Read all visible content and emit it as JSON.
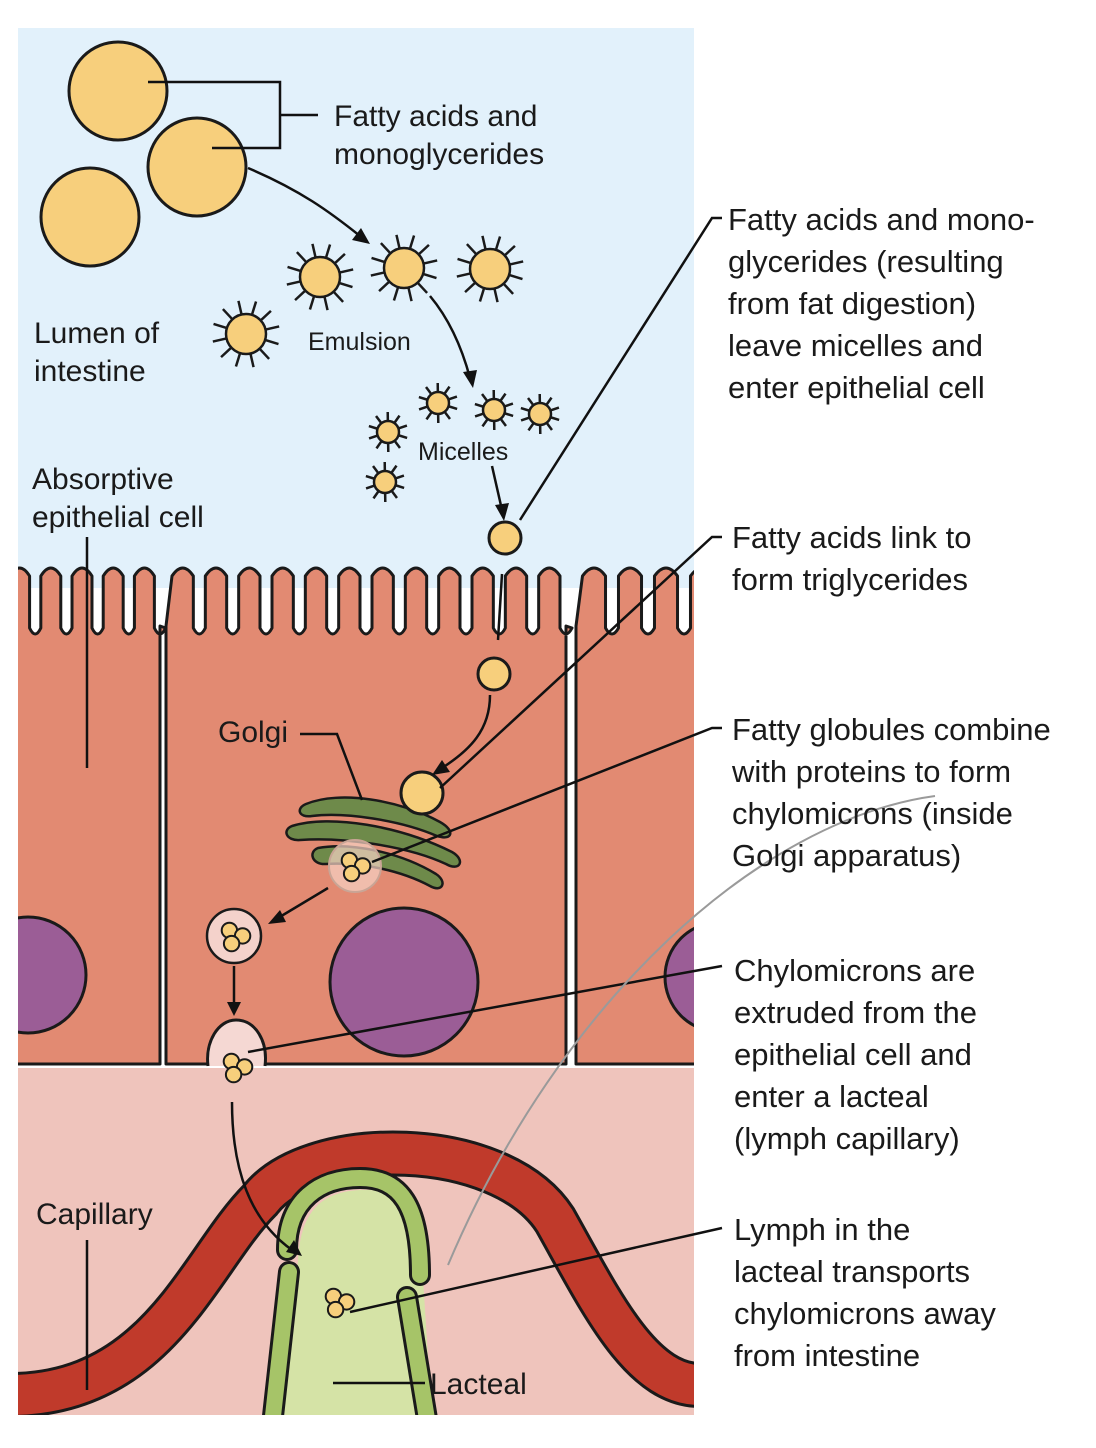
{
  "regions": {
    "lumen": "Lumen of|intestine",
    "epithelial": "Absorptive|epithelial cell",
    "golgi": "Golgi",
    "capillary": "Capillary",
    "lacteal": "Lacteal"
  },
  "labels": {
    "fatty_acids": "Fatty acids and|monoglycerides",
    "emulsion": "Emulsion",
    "micelles": "Micelles"
  },
  "steps": [
    "Fatty acids and mono-|glycerides (resulting|from fat digestion)|leave micelles and|enter epithelial cell",
    "Fatty acids link to|form triglycerides",
    "Fatty globules combine|with proteins to form|chylomicrons (inside|Golgi apparatus)",
    "Chylomicrons are|extruded from the|epithelial cell and|enter a lacteal|(lymph capillary)",
    "Lymph in the|lacteal transports|chylomicrons away|from intestine"
  ],
  "colors": {
    "lumen": "#e2f1fb",
    "cell": "#e28a72",
    "tissue": "#efc4bc",
    "capillary": "#c03a2b",
    "lacteal": "#d5e3a6",
    "lacteal_wall": "#a6c468",
    "nucleus": "#9b5d96",
    "golgi": "#6e8a4a",
    "fat": "#f7cf7c"
  }
}
